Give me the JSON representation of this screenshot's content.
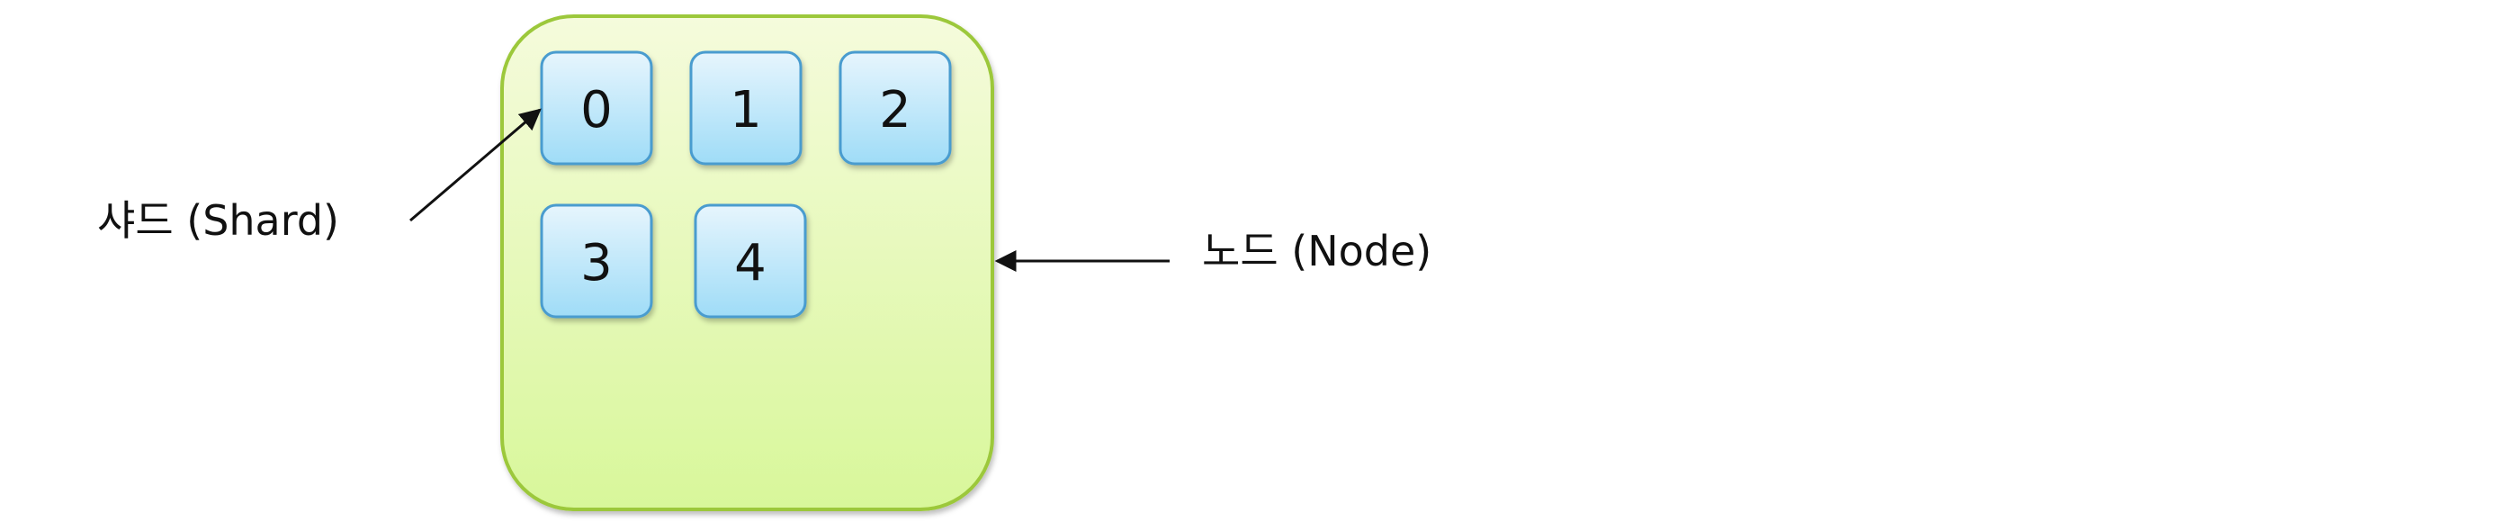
{
  "diagram": {
    "labels": {
      "shard": "샤드 (Shard)",
      "node": "노드 (Node)"
    },
    "shards": [
      "0",
      "1",
      "2",
      "3",
      "4"
    ],
    "colors": {
      "node_fill_top": "#f5fbdc",
      "node_fill_bottom": "#d8f79a",
      "node_stroke": "#9cc83a",
      "shard_fill_top": "#e6f5fd",
      "shard_fill_bottom": "#9fdcf7",
      "shard_stroke": "#4a9ccf",
      "arrow": "#111111"
    }
  }
}
